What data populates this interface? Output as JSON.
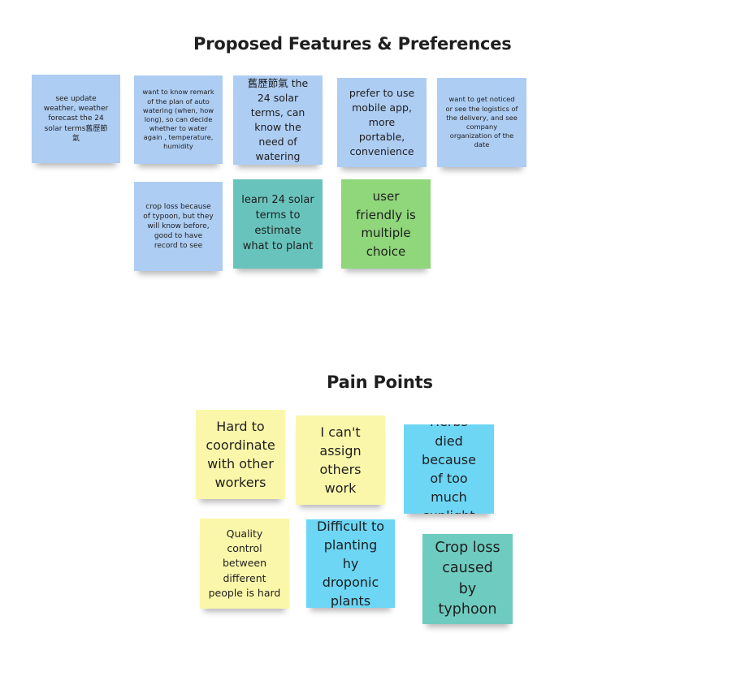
{
  "sections": {
    "features": {
      "title": "Proposed Features & Preferences",
      "notes": [
        {
          "text": "see update weather, weather forecast the 24 solar terms舊歷節氣",
          "color": "blue"
        },
        {
          "text": "want to know remark of the plan of auto watering (when, how long), so can decide whether to water again , temperature, humidity",
          "color": "blue"
        },
        {
          "text": "舊歷節氣 the 24 solar terms, can know the need of watering",
          "color": "blue"
        },
        {
          "text": "prefer to use mobile app, more portable, convenience",
          "color": "blue"
        },
        {
          "text": "want to get noticed or see the logistics of the delivery, and see company organization of the date",
          "color": "blue"
        },
        {
          "text": "crop loss because of typoon, but they will know before, good to have record to see",
          "color": "blue"
        },
        {
          "text": "learn 24 solar terms to estimate what to plant",
          "color": "teal"
        },
        {
          "text": "user friendly is multiple choice",
          "color": "green"
        }
      ]
    },
    "pain_points": {
      "title": "Pain Points",
      "notes": [
        {
          "text": "Hard to coordinate with other workers",
          "color": "yellow"
        },
        {
          "text": "I can't assign others work",
          "color": "yellow"
        },
        {
          "text": "Herbs died because of too much sunlight",
          "color": "cyan"
        },
        {
          "text": "Quality control between different people is hard",
          "color": "yellow"
        },
        {
          "text": "Difficult to planting hy droponic plants",
          "color": "cyan"
        },
        {
          "text": "Crop loss caused by typhoon",
          "color": "seafoam"
        }
      ]
    }
  },
  "colors": {
    "blue": "#aecdf3",
    "teal": "#69c3bd",
    "green": "#90d67b",
    "yellow": "#fbf7aa",
    "cyan": "#6dd6f5",
    "seafoam": "#6ecbc0"
  }
}
